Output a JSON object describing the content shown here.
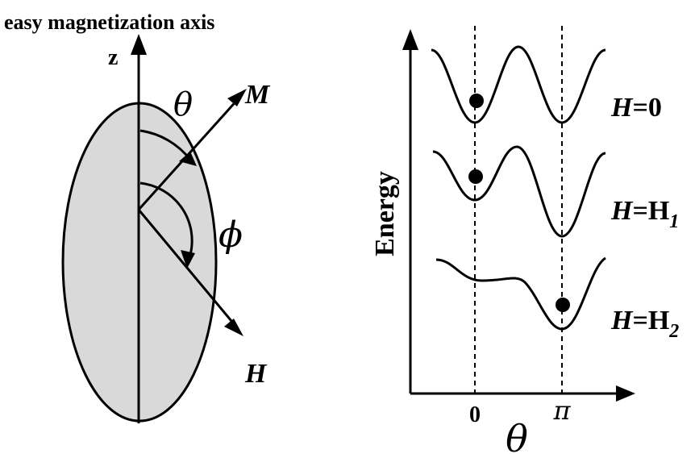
{
  "left_panel": {
    "title": "easy magnetization axis",
    "z_label": "z",
    "theta_label": "θ",
    "phi_label": "ϕ",
    "M_label": "M",
    "H_label": "H",
    "ellipse_fill": "#d9d9d9"
  },
  "right_panel": {
    "y_axis_label": "Energy",
    "x_axis_label": "θ",
    "x_ticks": [
      "0",
      "π"
    ],
    "curves": [
      {
        "label_main": "H",
        "label_rest": "=0",
        "label_sub": ""
      },
      {
        "label_main": "H",
        "label_rest": "=H",
        "label_sub": "1"
      },
      {
        "label_main": "H",
        "label_rest": "=H",
        "label_sub": "2"
      }
    ]
  },
  "colors": {
    "stroke": "#000000",
    "background": "#ffffff"
  }
}
